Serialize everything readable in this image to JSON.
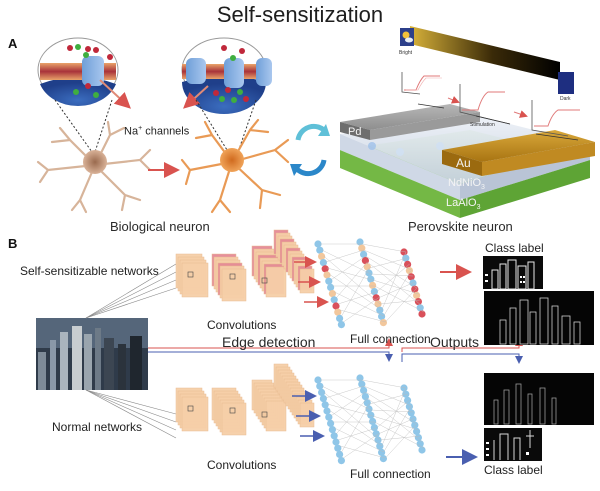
{
  "figure": {
    "title": "Self-sensitization",
    "panel_a": {
      "letter": "A",
      "ion_channel_label": "Na",
      "ion_channel_label_sup": "+",
      "ion_channel_label_rest": " channels",
      "biological_caption": "Biological neuron",
      "perovskite_caption": "Perovskite neuron",
      "bright_label": "Bright",
      "dark_label": "Dark",
      "trace_axis_label": "Stimulation",
      "layers": {
        "top_left": "Pd",
        "top_right": "Au",
        "middle": "NdNiO",
        "middle_sub": "3",
        "bottom": "LaAlO",
        "bottom_sub": "3"
      },
      "icons": [
        "sun-cloud-icon",
        "moon-icon",
        "cycle-arrows-icon"
      ]
    },
    "panel_b": {
      "letter": "B",
      "self_sensitizable_label": "Self-sensitizable networks",
      "normal_label": "Normal networks",
      "convolutions_top": "Convolutions",
      "convolutions_bottom": "Convolutions",
      "full_connection_top": "Full connection",
      "full_connection_bottom": "Full connection",
      "edge_detection": "Edge detection",
      "outputs": "Outputs",
      "class_label_top": "Class label",
      "class_label_bottom": "Class label"
    },
    "colors": {
      "red_path": "#d9534f",
      "blue_path": "#4a5fb0",
      "gold": "#b88a1e",
      "node_blue": "#8fc6e8",
      "node_red": "#d9505a",
      "node_peach": "#f2c79c",
      "conv_peach": "#f6cfa8",
      "conv_pink": "#e58a96",
      "substrate_green": "#7ec850"
    }
  }
}
